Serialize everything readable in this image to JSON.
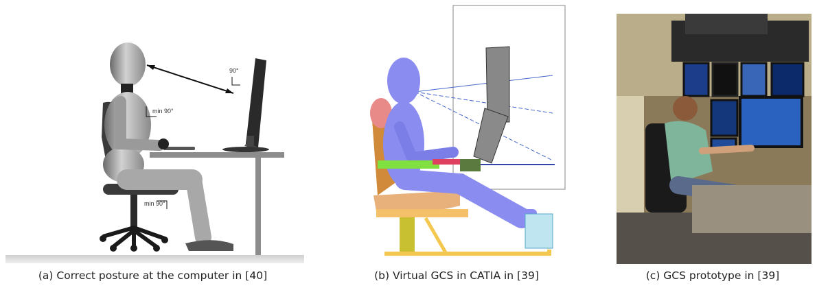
{
  "figures": [
    {
      "caption": "(a)  Correct posture at the computer in [40]",
      "annotations": {
        "eye_angle": "90°",
        "elbow_angle": "min 90°",
        "knee_angle": "min 90°"
      }
    },
    {
      "caption": "(b)  Virtual GCS in CATIA in [39]"
    },
    {
      "caption": "(c)  GCS prototype in [39]"
    }
  ]
}
